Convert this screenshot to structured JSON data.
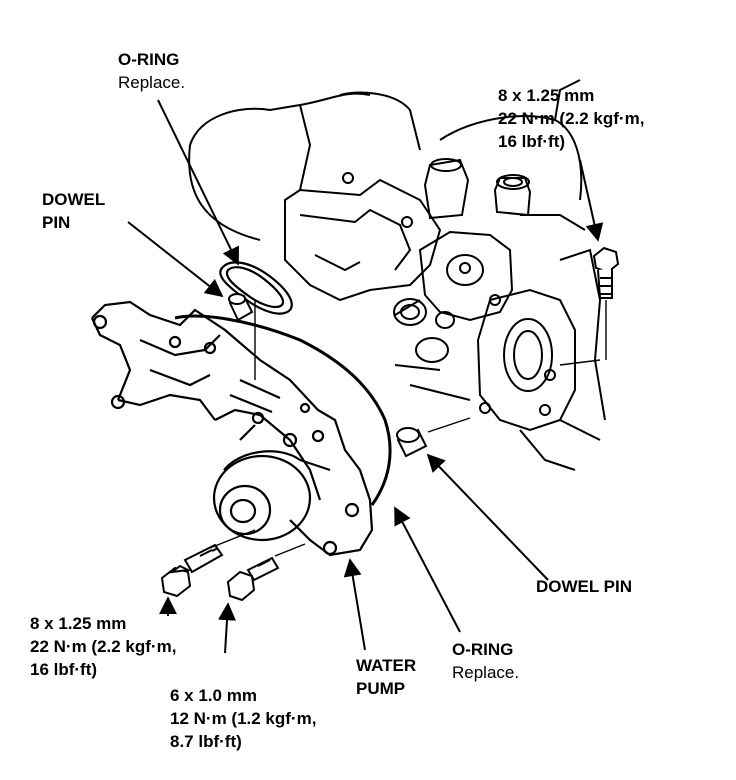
{
  "labels": {
    "oring_top": {
      "name": "O-RING",
      "note": "Replace."
    },
    "dowel_pin_top": {
      "line1": "DOWEL",
      "line2": "PIN"
    },
    "bolt_top_right": {
      "size": "8 x 1.25 mm",
      "torque1": "22 N·m (2.2 kgf·m,",
      "torque2": "16 lbf·ft)"
    },
    "dowel_pin_right": {
      "name": "DOWEL PIN"
    },
    "bolt_bottom_left": {
      "size": "8 x 1.25 mm",
      "torque1": "22 N·m (2.2 kgf·m,",
      "torque2": "16 lbf·ft)"
    },
    "bolt_bottom_mid": {
      "size": "6 x 1.0 mm",
      "torque1": "12 N·m (1.2 kgf·m,",
      "torque2": "8.7 lbf·ft)"
    },
    "water_pump": {
      "line1": "WATER",
      "line2": "PUMP"
    },
    "oring_bottom": {
      "name": "O-RING",
      "note": "Replace."
    }
  },
  "colors": {
    "ink": "#000000",
    "paper": "#ffffff"
  }
}
